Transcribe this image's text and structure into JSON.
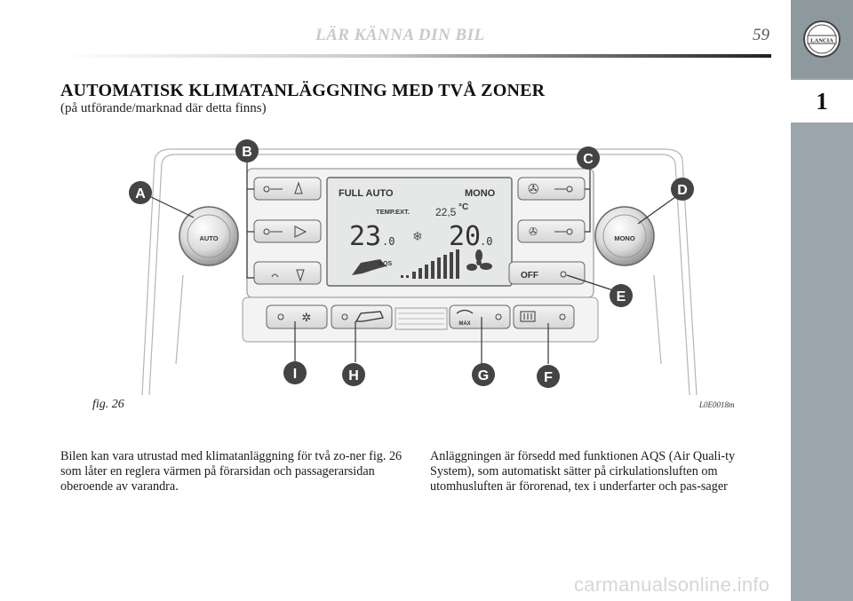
{
  "header": {
    "running_title": "LÄR KÄNNA DIN BIL",
    "page_number": "59"
  },
  "sidebar": {
    "chapter_number": "1",
    "logo_text": "LANCIA"
  },
  "section": {
    "title": "AUTOMATISK KLIMATANLÄGGNING MED TVÅ ZONER",
    "subtitle": "(på utförande/marknad där detta finns)"
  },
  "figure": {
    "caption": "fig. 26",
    "code": "L0E0018m",
    "display": {
      "mode_left": "FULL AUTO",
      "mode_right": "MONO",
      "temp_ext_label": "TEMP.EXT.",
      "temp_ext_value": "22,5",
      "temp_ext_unit": "°C",
      "temp_left_int": "23",
      "temp_left_dec": ".0",
      "temp_right_int": "20",
      "temp_right_dec": ".0",
      "aqs_label": "AQS"
    },
    "knobs": {
      "left": "AUTO",
      "right": "MONO"
    },
    "off_button": "OFF",
    "max_label": "MAX",
    "callouts": [
      "A",
      "B",
      "C",
      "D",
      "E",
      "F",
      "G",
      "H",
      "I"
    ]
  },
  "body": {
    "left_paragraph": "Bilen kan vara utrustad med klimatanläggning för två zo-ner fig. 26 som låter en reglera värmen på förarsidan och passagerarsidan oberoende av varandra.",
    "right_paragraph": "Anläggningen är försedd med funktionen AQS (Air Quali-ty System), som automatiskt sätter på cirkulationsluften om utomhusluften är förorenad, tex i underfarter och pas-sager"
  },
  "watermark": "carmanualsonline.info"
}
